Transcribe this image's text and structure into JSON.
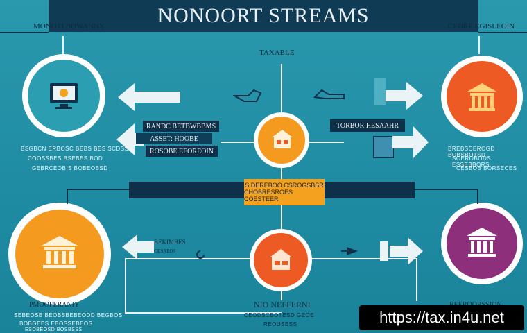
{
  "header": {
    "title": "NONOORT STREAMS",
    "left_label": "MONOTI BOWANNY",
    "right_label": "CEDRE EGISLEOIN"
  },
  "center": {
    "top_label": "TAXABLE",
    "left_box_1": "RANDC BETBWBBMS",
    "left_box_2": "ASSET: HOOBE",
    "left_box_3": "ROSOBE EEOREOIN",
    "right_box": "TORBOR HESAAHR",
    "bar_text_1": "S DEREBOO CSROGSBSR",
    "bar_text_2": "CHOBRESROES COESTEER",
    "bottom_left_label": "BEKIMBES",
    "bottom_left_sub": "OESAEOS",
    "bottom_label": "NIO NEFFERNI",
    "bottom_sub_1": "CEODSCBOTESD GEOE",
    "bottom_sub_2": "REOUSESS"
  },
  "nodes": {
    "top_left_caption_1": "BSGBCN ERBOSC BEBS BES SCDSS",
    "top_left_caption_2": "COOSSBES BSEBES BOD",
    "top_left_caption_3": "GEBRCEOBIS BOBEOBSD",
    "top_right_caption_1": "BREBSCEROGD BOBSBOTSD",
    "top_right_caption_2": "SOEROBODS ESSEBBORS",
    "top_right_caption_3": "CESBOB BORSECES",
    "bottom_left_title": "PMOOFERANIY",
    "bottom_left_caption_1": "SEBEOSB BEOBSBEBEODD BEGBOS",
    "bottom_left_caption_2": "BOBGEES EBOSSEBEOS",
    "bottom_left_caption_3": "ESOBEOSD BOSBSSS",
    "bottom_right_title": "BEEROOBSSION"
  },
  "watermark": {
    "url": "https://tax.in4u.net"
  },
  "colors": {
    "background": "#1f8fa6",
    "dark": "#0e3048",
    "orange": "#f39a1f",
    "red_orange": "#ee5a24",
    "purple": "#8e2f7c",
    "teal": "#2a98ad"
  }
}
